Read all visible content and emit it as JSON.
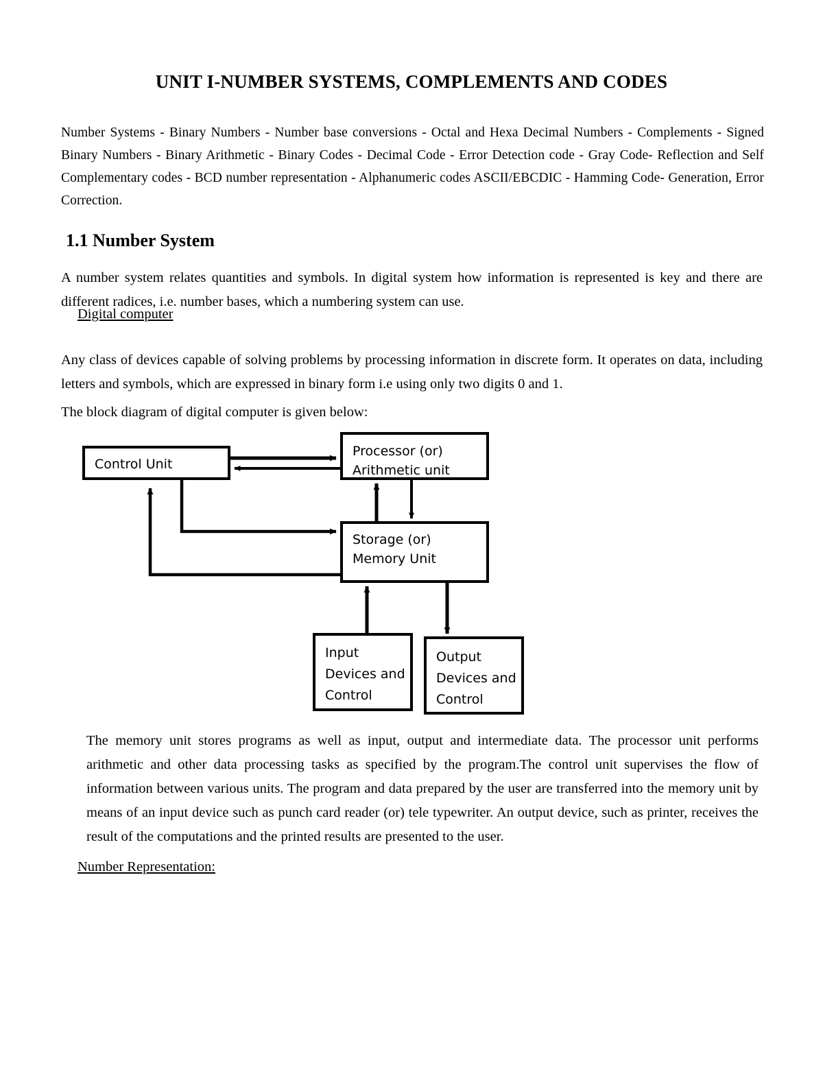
{
  "document": {
    "title": "UNIT I-NUMBER SYSTEMS, COMPLEMENTS AND CODES",
    "abstract": "Number Systems - Binary Numbers - Number base conversions - Octal and Hexa Decimal Numbers - Complements - Signed Binary Numbers - Binary Arithmetic - Binary Codes - Decimal Code - Error Detection code - Gray Code- Reflection and Self Complementary codes - BCD number representation - Alphanumeric codes ASCII/EBCDIC - Hamming Code- Generation, Error Correction."
  },
  "section": {
    "heading": "1.1 Number System",
    "paragraph_1": "A number system relates quantities and symbols. In digital system how information is represented is key and there are different radices, i.e. number bases, which a numbering system can use.",
    "subheading_digital_computer": "Digital computer",
    "paragraph_2": "Any class of devices capable of solving problems by processing information in discrete form. It operates on data, including letters and symbols, which are expressed in binary form i.e using only two digits 0 and 1.",
    "paragraph_3": "The block diagram of digital computer is given below:",
    "paragraph_4": "The memory unit stores programs as well as input, output and intermediate data. The processor unit performs arithmetic and other data processing tasks as specified by the program.The control unit supervises the flow of information between various units. The program and data prepared by the user are transferred into the memory unit by means of an input device such as punch card reader (or) tele typewriter. An output device, such as printer, receives the result of the computations and the printed results are presented to the user.",
    "subheading_number_representation": "Number Representation:"
  },
  "diagram": {
    "name": "block-diagram-of-digital-computer",
    "stroke_color": "#000000",
    "fill_color": "#ffffff",
    "boxes": [
      {
        "id": "control-unit",
        "lines": [
          "Control Unit"
        ]
      },
      {
        "id": "processor",
        "lines": [
          "Processor (or)",
          "Arithmetic unit"
        ]
      },
      {
        "id": "storage",
        "lines": [
          "Storage (or)",
          "Memory Unit"
        ]
      },
      {
        "id": "input-devices",
        "lines": [
          "Input",
          "Devices and",
          "Control"
        ]
      },
      {
        "id": "output-devices",
        "lines": [
          "Output",
          "Devices and",
          "Control"
        ]
      }
    ],
    "connectors": [
      {
        "from": "control-unit",
        "to": "processor",
        "direction": "right"
      },
      {
        "from": "processor",
        "to": "control-unit",
        "direction": "left"
      },
      {
        "from": "storage",
        "to": "processor",
        "direction": "up"
      },
      {
        "from": "processor",
        "to": "storage",
        "direction": "down"
      },
      {
        "from": "control-unit",
        "to": "storage",
        "direction": "right"
      },
      {
        "from": "storage",
        "to": "control-unit",
        "direction": "up"
      },
      {
        "from": "input-devices",
        "to": "storage",
        "direction": "up"
      },
      {
        "from": "storage",
        "to": "output-devices",
        "direction": "down"
      }
    ]
  }
}
